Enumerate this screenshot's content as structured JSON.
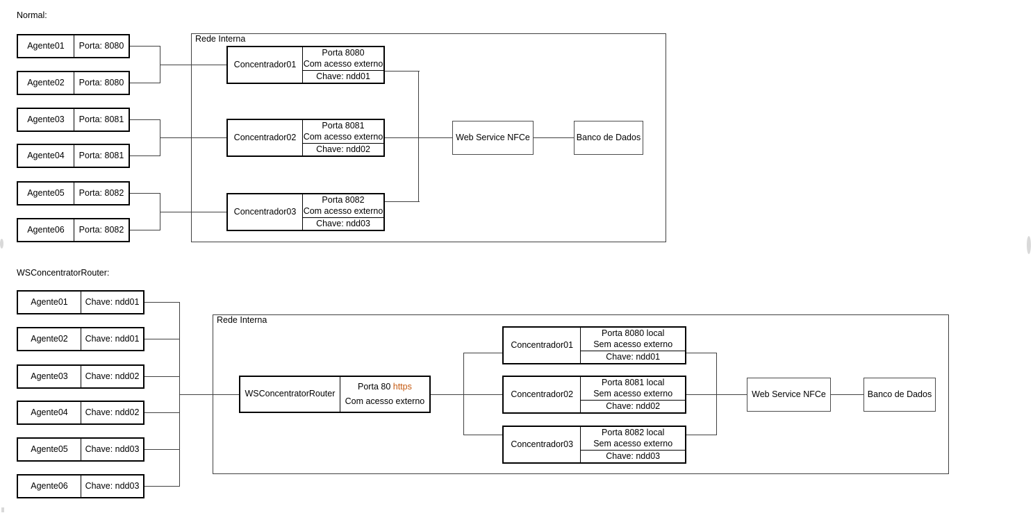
{
  "sections": {
    "normal": {
      "caption": "Normal:",
      "container_label": "Rede Interna",
      "agents": [
        {
          "name": "Agente01",
          "detail": "Porta: 8080"
        },
        {
          "name": "Agente02",
          "detail": "Porta: 8080"
        },
        {
          "name": "Agente03",
          "detail": "Porta: 8081"
        },
        {
          "name": "Agente04",
          "detail": "Porta: 8081"
        },
        {
          "name": "Agente05",
          "detail": "Porta: 8082"
        },
        {
          "name": "Agente06",
          "detail": "Porta: 8082"
        }
      ],
      "concentrators": [
        {
          "name": "Concentrador01",
          "port": "Porta 8080",
          "access": "Com acesso externo",
          "key": "Chave: ndd01"
        },
        {
          "name": "Concentrador02",
          "port": "Porta 8081",
          "access": "Com acesso externo",
          "key": "Chave: ndd02"
        },
        {
          "name": "Concentrador03",
          "port": "Porta 8082",
          "access": "Com acesso externo",
          "key": "Chave: ndd03"
        }
      ],
      "web_service": "Web Service NFCe",
      "database": "Banco de Dados"
    },
    "router": {
      "caption": "WSConcentratorRouter:",
      "container_label": "Rede Interna",
      "agents": [
        {
          "name": "Agente01",
          "detail": "Chave: ndd01"
        },
        {
          "name": "Agente02",
          "detail": "Chave: ndd01"
        },
        {
          "name": "Agente03",
          "detail": "Chave: ndd02"
        },
        {
          "name": "Agente04",
          "detail": "Chave: ndd02"
        },
        {
          "name": "Agente05",
          "detail": "Chave: ndd03"
        },
        {
          "name": "Agente06",
          "detail": "Chave: ndd03"
        }
      ],
      "router_node": {
        "name": "WSConcentratorRouter",
        "port_prefix": "Porta 80 ",
        "port_scheme": "https",
        "access": "Com acesso externo"
      },
      "concentrators": [
        {
          "name": "Concentrador01",
          "port": "Porta 8080 local",
          "access": "Sem acesso externo",
          "key": "Chave: ndd01"
        },
        {
          "name": "Concentrador02",
          "port": "Porta 8081 local",
          "access": "Sem acesso externo",
          "key": "Chave: ndd02"
        },
        {
          "name": "Concentrador03",
          "port": "Porta 8082 local",
          "access": "Sem acesso externo",
          "key": "Chave: ndd03"
        }
      ],
      "web_service": "Web Service NFCe",
      "database": "Banco de Dados"
    }
  },
  "colors": {
    "line": "#3f3f3f",
    "box_heavy": "#000000",
    "box_light": "#4a4a4a",
    "highlight": "#c55a11"
  }
}
